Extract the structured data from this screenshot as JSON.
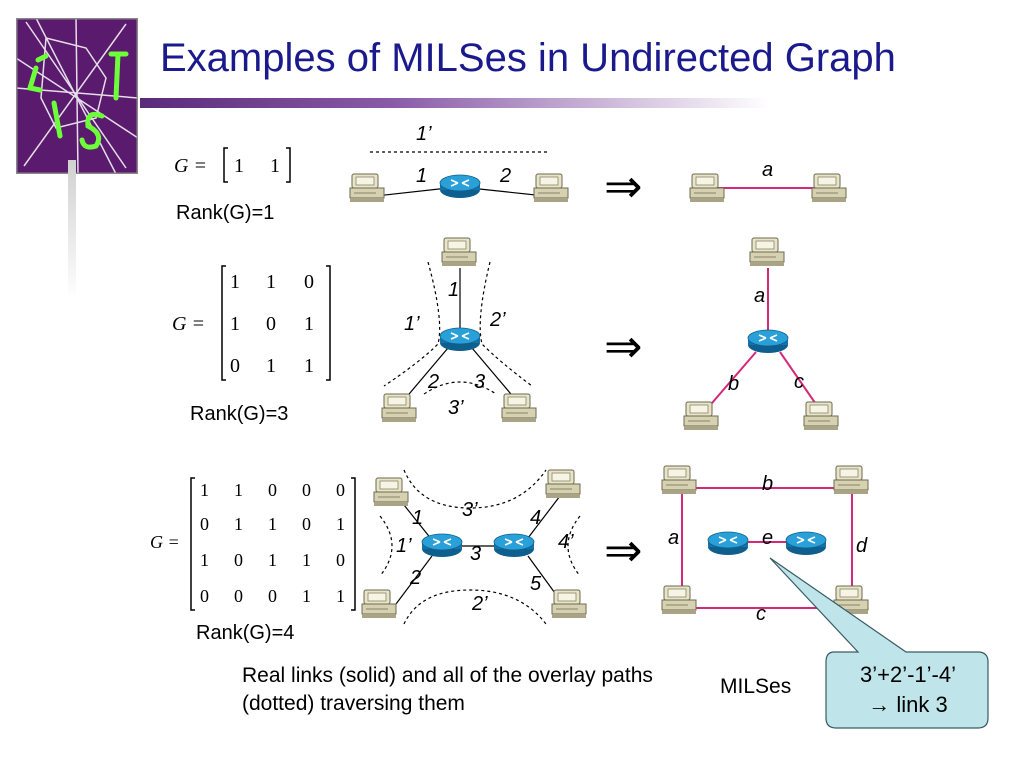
{
  "title": "Examples of MILSes in Undirected Graph",
  "implies_symbol": "⇒",
  "matrix_prefix": "G =",
  "examples": [
    {
      "matrix": [
        [
          "1",
          "1"
        ]
      ],
      "rank": "Rank(G)=1",
      "left_labels": {
        "l1": "1",
        "l2": "2",
        "overlay": "1’"
      },
      "right_labels": {
        "a": "a"
      }
    },
    {
      "matrix": [
        [
          "1",
          "1",
          "0"
        ],
        [
          "1",
          "0",
          "1"
        ],
        [
          "0",
          "1",
          "1"
        ]
      ],
      "rank": "Rank(G)=3",
      "left_labels": {
        "l1": "1",
        "l2": "2",
        "l3": "3",
        "o1": "1’",
        "o2": "2’",
        "o3": "3’"
      },
      "right_labels": {
        "a": "a",
        "b": "b",
        "c": "c"
      }
    },
    {
      "matrix": [
        [
          "1",
          "1",
          "0",
          "0",
          "0"
        ],
        [
          "0",
          "1",
          "1",
          "0",
          "1"
        ],
        [
          "1",
          "0",
          "1",
          "1",
          "0"
        ],
        [
          "0",
          "0",
          "0",
          "1",
          "1"
        ]
      ],
      "rank": "Rank(G)=4",
      "left_labels": {
        "l1": "1",
        "l2": "2",
        "l3": "3",
        "l4": "4",
        "l5": "5",
        "o1": "1’",
        "o2": "2’",
        "o3": "3’",
        "o4": "4’"
      },
      "right_labels": {
        "a": "a",
        "b": "b",
        "c": "c",
        "d": "d",
        "e": "e"
      }
    }
  ],
  "caption": "Real links (solid) and all of the overlay paths (dotted) traversing them",
  "milses_label": "MILSes",
  "callout": {
    "line1": "3’+2’-1’-4’",
    "line2": "→ link 3"
  },
  "colors": {
    "title": "#1a1a8c",
    "mils_link": "#d4287a",
    "router": "#1f8fc8",
    "callout_fill": "#bfe4ea"
  }
}
